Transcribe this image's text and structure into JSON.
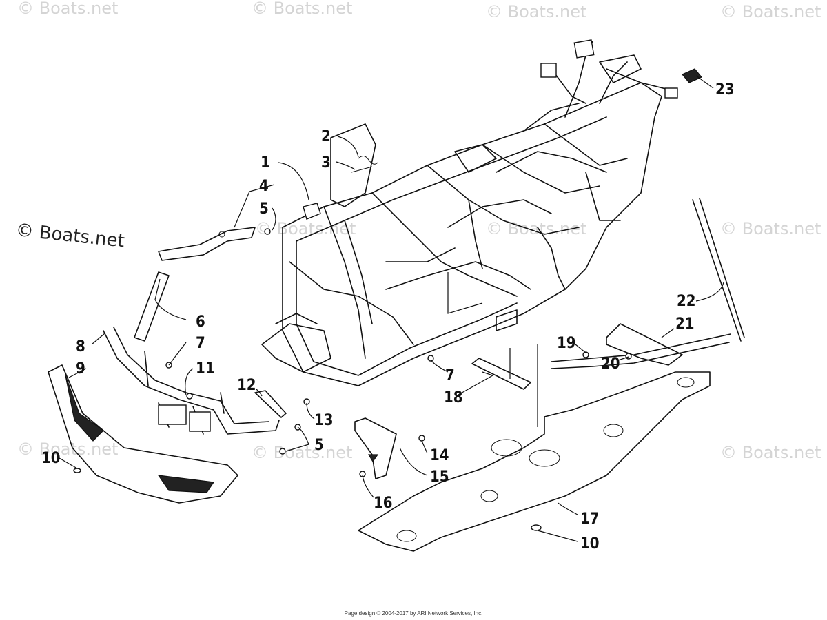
{
  "watermarks": {
    "top": [
      "© Boats.net",
      "© Boats.net",
      "© Boats.net",
      "© Boats.net"
    ],
    "side": "© Boats.net",
    "mid": [
      "© Boats.net",
      "© Boats.net"
    ],
    "bottom": [
      "© Boats.net",
      "© Boats.net",
      "© Boats.net"
    ],
    "dark": "© Boats.net"
  },
  "callouts": [
    "1",
    "2",
    "3",
    "4",
    "5",
    "5",
    "6",
    "7",
    "7",
    "8",
    "9",
    "10",
    "10",
    "11",
    "12",
    "13",
    "14",
    "15",
    "16",
    "17",
    "18",
    "19",
    "20",
    "21",
    "22",
    "23"
  ],
  "footer": "Page design © 2004-2017 by ARI Network Services, Inc."
}
